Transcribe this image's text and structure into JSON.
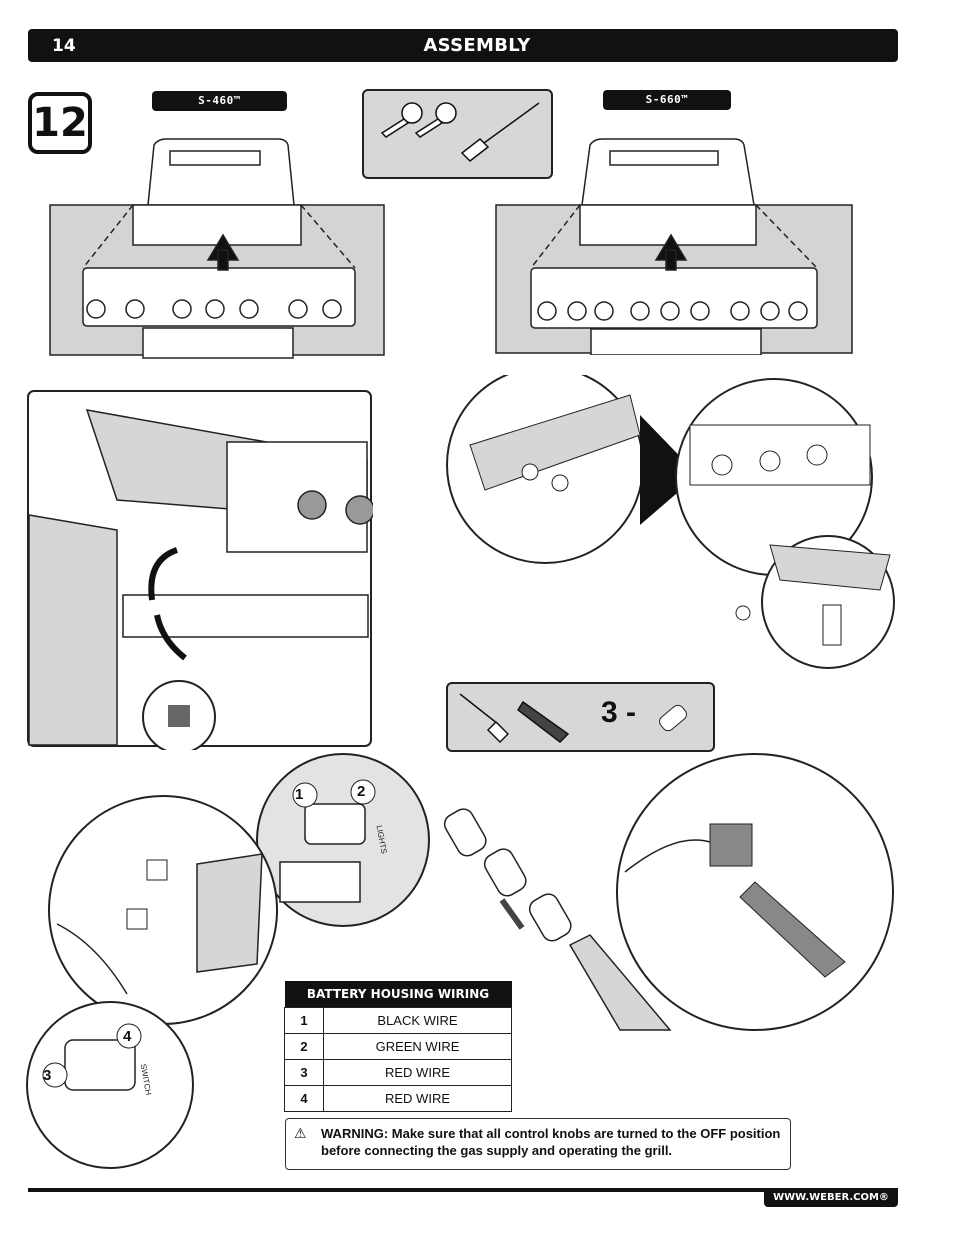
{
  "header": {
    "page_number": "14",
    "title": "ASSEMBLY"
  },
  "step": {
    "number": "12"
  },
  "models": {
    "left": "S-460™",
    "right": "S-660™"
  },
  "battery_count": "3 -",
  "battery_polarity_plus": "+",
  "battery_polarity_minus": "-",
  "connector_labels": {
    "one": "1",
    "two": "2",
    "three": "3",
    "four": "4",
    "lights": "LIGHTS",
    "switch": "SWITCH"
  },
  "wiring_table": {
    "title": "BATTERY HOUSING WIRING",
    "rows": [
      {
        "num": "1",
        "wire": "BLACK WIRE"
      },
      {
        "num": "2",
        "wire": "GREEN WIRE"
      },
      {
        "num": "3",
        "wire": "RED WIRE"
      },
      {
        "num": "4",
        "wire": "RED WIRE"
      }
    ]
  },
  "warning": {
    "icon": "warning-triangle-icon",
    "symbol": "⚠",
    "text": "WARNING: Make sure that all control knobs are turned to the OFF position before connecting the gas supply and operating the grill."
  },
  "footer": {
    "url": "WWW.WEBER.COM®"
  }
}
